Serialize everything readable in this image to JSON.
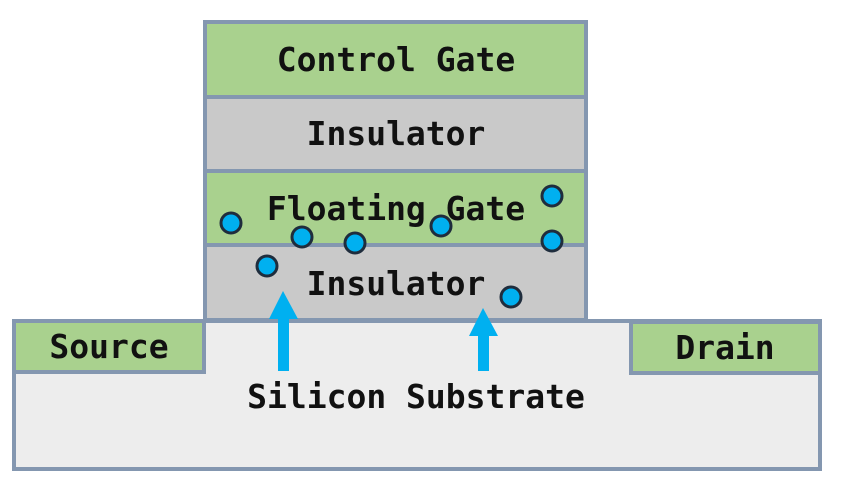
{
  "labels": {
    "control_gate": "Control Gate",
    "insulator_top": "Insulator",
    "floating_gate": "Floating Gate",
    "insulator_bottom": "Insulator",
    "source": "Source",
    "drain": "Drain",
    "substrate": "Silicon Substrate"
  },
  "colors": {
    "gate_green": "#a9d18e",
    "insulator_gray": "#c9c9c9",
    "substrate_gray": "#ededed",
    "border": "#8497b0",
    "electron_blue": "#00b0f0",
    "arrow_blue": "#00b0f0"
  }
}
